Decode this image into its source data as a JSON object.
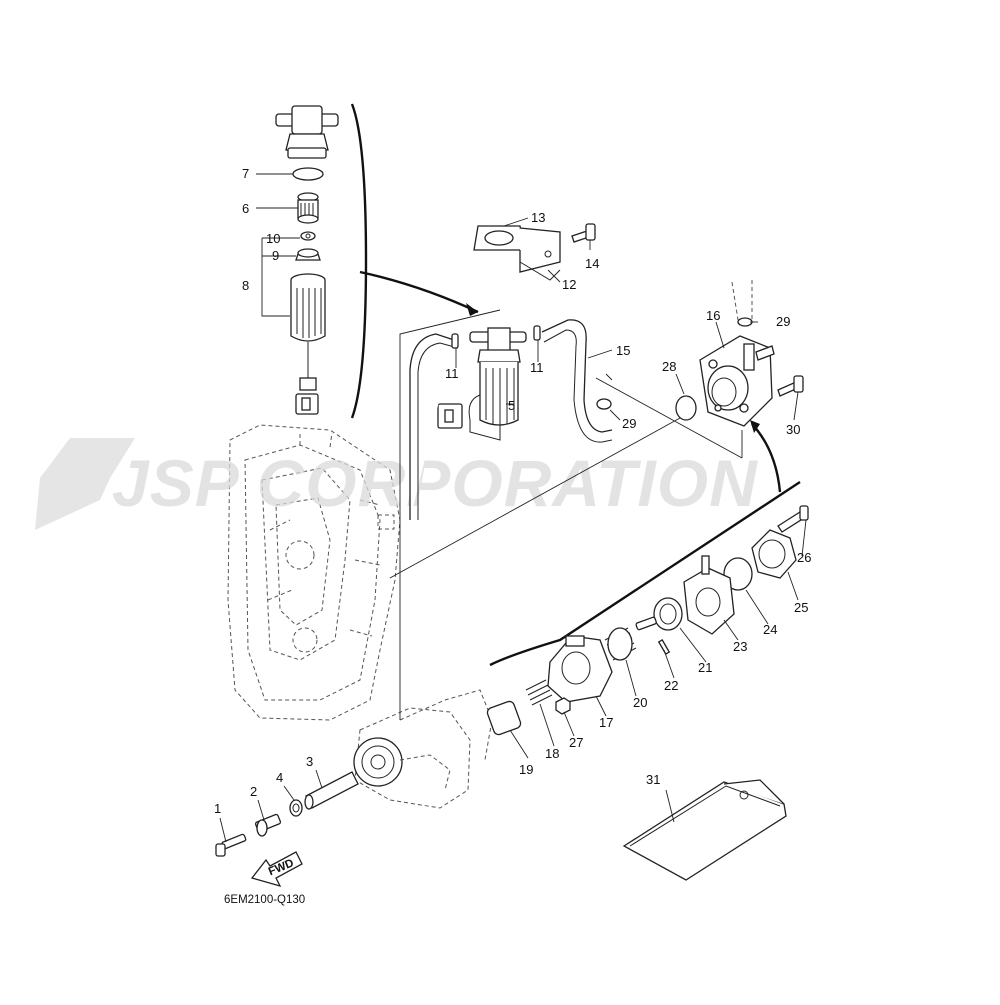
{
  "diagram": {
    "code": "6EM2100-Q130",
    "watermark": "JSP CORPORATION",
    "fwd_label": "FWD"
  },
  "callouts": {
    "p1": "1",
    "p2": "2",
    "p3": "3",
    "p4": "4",
    "p5": "5",
    "p6": "6",
    "p7": "7",
    "p8": "8",
    "p9": "9",
    "p10": "10",
    "p11a": "11",
    "p11b": "11",
    "p12": "12",
    "p13": "13",
    "p14": "14",
    "p15": "15",
    "p16": "16",
    "p17": "17",
    "p18": "18",
    "p19": "19",
    "p20": "20",
    "p21": "21",
    "p22": "22",
    "p23": "23",
    "p24": "24",
    "p25": "25",
    "p26": "26",
    "p27": "27",
    "p28": "28",
    "p29a": "29",
    "p29b": "29",
    "p30": "30",
    "p31": "31"
  },
  "colors": {
    "ink": "#222222",
    "watermark": "#dadada"
  }
}
